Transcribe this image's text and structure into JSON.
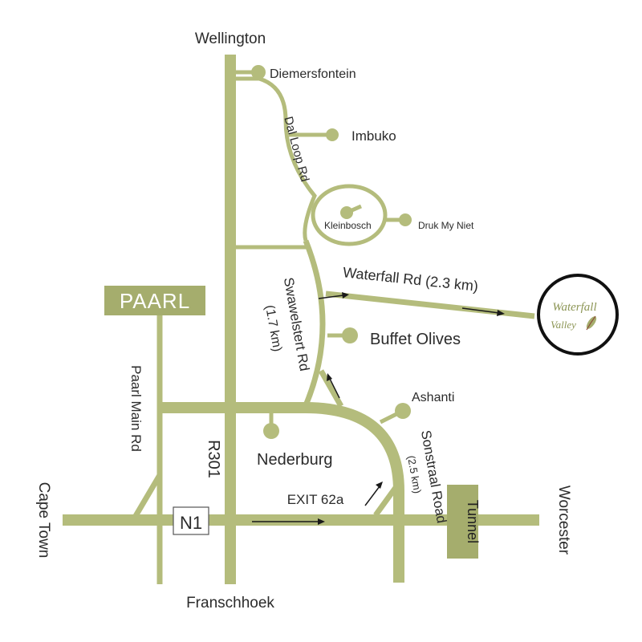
{
  "places": {
    "wellington": "Wellington",
    "franschhoek": "Franschhoek",
    "cape_town": "Cape Town",
    "worcester": "Worcester",
    "paarl": "PAARL"
  },
  "roads": {
    "paarl_main": "Paarl Main Rd",
    "r301": "R301",
    "n1": "N1",
    "exit": "EXIT 62a",
    "dal_loop": "Dal Loop Rd",
    "swawelstert": "Swawelstert Rd",
    "swawelstert_distance": "(1.7 km)",
    "waterfall_rd": "Waterfall Rd (2.3 km)",
    "sonstraal": "Sonstraal Road",
    "sonstraal_distance": "(2.5 km)",
    "tunnel": "Tunnel"
  },
  "wineries": {
    "diemersfontein": "Diemersfontein",
    "imbuko": "Imbuko",
    "kleinbosch": "Kleinbosch",
    "druk_my_niet": "Druk My Niet",
    "buffet_olives": "Buffet Olives",
    "ashanti": "Ashanti",
    "nederburg": "Nederburg"
  },
  "destination_logo": {
    "line1": "Waterfall",
    "line2": "Valley"
  },
  "colors": {
    "road": "#b4bc7c",
    "sign_box": "#a5ad6d",
    "logo_text": "#8d9656"
  }
}
